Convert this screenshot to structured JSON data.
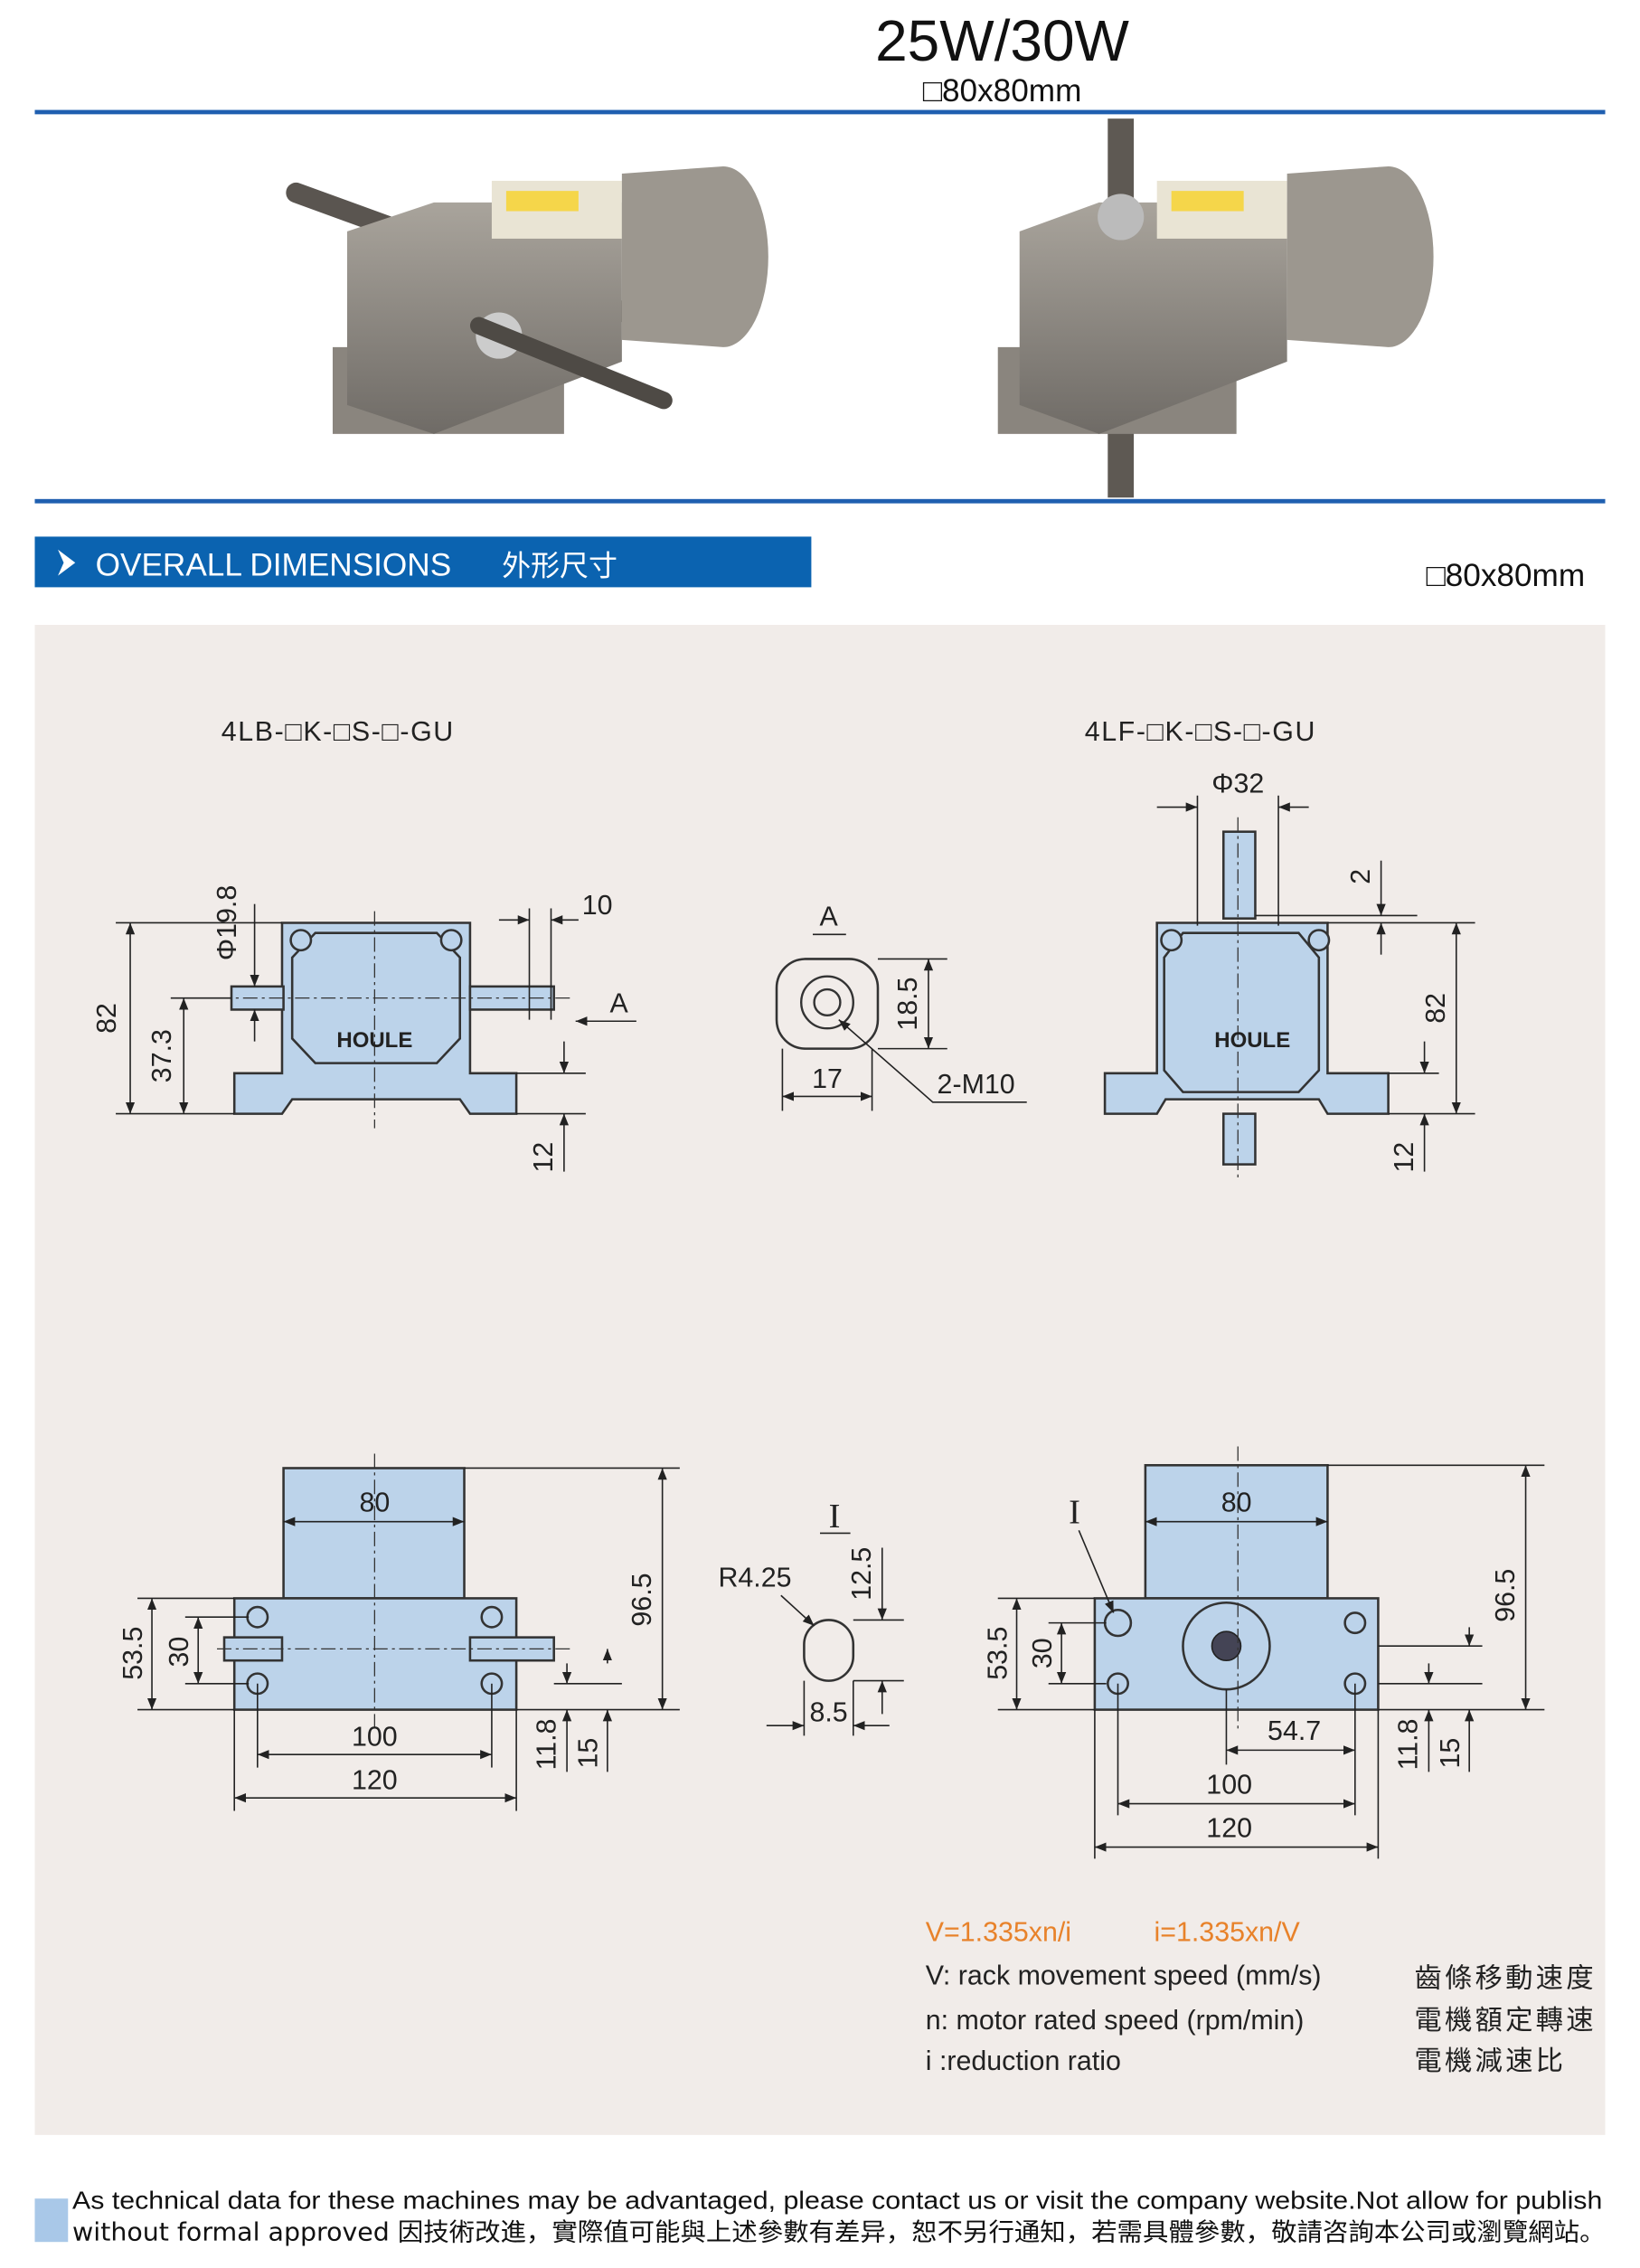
{
  "header": {
    "title": "25W/30W",
    "size": "□80x80mm"
  },
  "section": {
    "title": "OVERALL DIMENSIONS",
    "title_cn": "外形尺寸",
    "size": "□80x80mm"
  },
  "drawings": {
    "model_lb": "4LB-□K-□S-□-GU",
    "model_lf": "4LF-□K-□S-□-GU",
    "brand": "HOULE",
    "dims_lb_front": {
      "h": "82",
      "shaft_h": "37.3",
      "base": "12",
      "dia": "Φ19.8",
      "key": "10",
      "view": "A"
    },
    "dims_section_a": {
      "title": "A",
      "h": "18.5",
      "w": "17",
      "thread": "2-M10"
    },
    "dims_lf_front": {
      "dia": "Φ32",
      "gap": "2",
      "h": "82",
      "base": "12"
    },
    "dims_lb_top": {
      "w": "80",
      "h": "96.5",
      "box": "53.5",
      "shaft": "30",
      "holes": "100",
      "base": "120",
      "a": "11.8",
      "b": "15"
    },
    "dims_detail_i": {
      "title": "I",
      "r": "R4.25",
      "h": "12.5",
      "w": "8.5"
    },
    "dims_lf_top": {
      "detail": "I",
      "w": "80",
      "h": "96.5",
      "box": "53.5",
      "shaft": "30",
      "offset": "54.7",
      "holes": "100",
      "base": "120",
      "a": "11.8",
      "b": "15"
    }
  },
  "formula": {
    "f1": "V=1.335xn/i",
    "f2": "i=1.335xn/V",
    "lines": [
      {
        "en": "V: rack movement speed (mm/s)",
        "cn": "齒條移動速度"
      },
      {
        "en": "n: motor rated speed (rpm/min)",
        "cn": "電機額定轉速"
      },
      {
        "en": "i :reduction ratio",
        "cn": "電機減速比"
      }
    ]
  },
  "footer": {
    "line1": "As technical data for these machines may be advantaged, please contact us or visit the company website.Not allow for publish",
    "line2": "without formal approved  因技術改進，實際值可能與上述參數有差异，恕不另行通知，若需具體參數，敬請咨詢本公司或瀏覽網站。"
  },
  "colors": {
    "accent": "#1f5fb0",
    "banner": "#0b63b0",
    "panel": "#f1ece9",
    "part": "#bcd3ea",
    "formula": "#e8822a"
  }
}
